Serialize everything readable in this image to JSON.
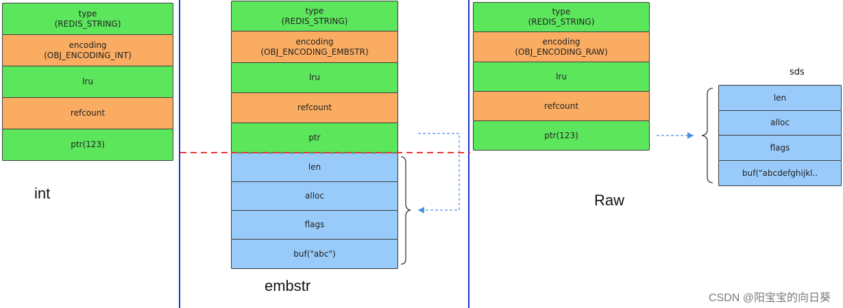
{
  "int_struct": {
    "caption": "int",
    "fields": [
      {
        "text": "type\n(REDIS_STRING)",
        "kind": "green"
      },
      {
        "text": "encoding\n(OBJ_ENCODING_INT)",
        "kind": "orange"
      },
      {
        "text": "lru",
        "kind": "green"
      },
      {
        "text": "refcount",
        "kind": "orange"
      },
      {
        "text": "ptr(123)",
        "kind": "green"
      }
    ]
  },
  "embstr_struct": {
    "caption": "embstr",
    "fields": [
      {
        "text": "type\n(REDIS_STRING)",
        "kind": "green"
      },
      {
        "text": "encoding\n(OBJ_ENCODING_EMBSTR)",
        "kind": "orange"
      },
      {
        "text": "lru",
        "kind": "green"
      },
      {
        "text": "refcount",
        "kind": "orange"
      },
      {
        "text": "ptr",
        "kind": "green"
      }
    ],
    "sds_fields": [
      {
        "text": "len",
        "kind": "blue"
      },
      {
        "text": "alloc",
        "kind": "blue"
      },
      {
        "text": "flags",
        "kind": "blue"
      },
      {
        "text": "buf(\"abc\")",
        "kind": "blue"
      }
    ]
  },
  "raw_struct": {
    "caption": "Raw",
    "fields": [
      {
        "text": "type\n(REDIS_STRING)",
        "kind": "green"
      },
      {
        "text": "encoding\n(OBJ_ENCODING_RAW)",
        "kind": "orange"
      },
      {
        "text": "lru",
        "kind": "green"
      },
      {
        "text": "refcount",
        "kind": "orange"
      },
      {
        "text": "ptr(123)",
        "kind": "green"
      }
    ]
  },
  "sds_struct": {
    "title": "sds",
    "fields": [
      {
        "text": "len",
        "kind": "blue"
      },
      {
        "text": "alloc",
        "kind": "blue"
      },
      {
        "text": "flags",
        "kind": "blue"
      },
      {
        "text": "buf(\"abcdefghijkl..",
        "kind": "blue"
      }
    ]
  },
  "watermark": "CSDN @阳宝宝的向日葵",
  "colors": {
    "green": "#5ce65c",
    "orange": "#f9ac62",
    "blue": "#99cbfa",
    "divider": "#1f31c8",
    "boundary": "#e8322f",
    "arrow": "#4a90e2"
  }
}
